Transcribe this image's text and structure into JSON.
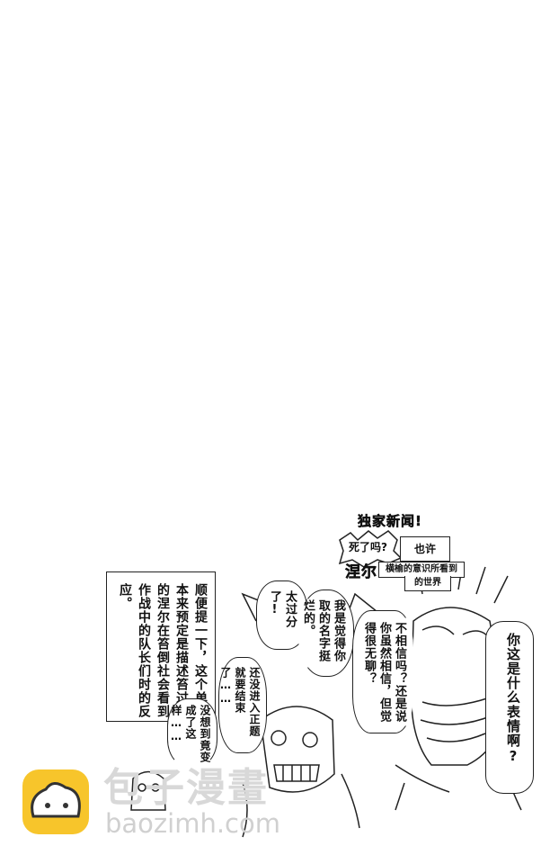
{
  "headline": {
    "title": "独家新闻!",
    "burst": "死了吗?",
    "maybe": "也许",
    "name": "涅尔",
    "caption_line1": "横榆的意识所看到",
    "caption_line2": "的世界"
  },
  "narration": "顺便提一下，这个单元本来预定是描述笞过去的涅尔在笞倒社会看到作战中的队长们时的反应。",
  "bubbles": {
    "too_much": "太过分了!",
    "name_bad": "我是觉得你取的名字挺烂的。",
    "dont_believe": "不相信吗？还是说你虽然相信，但觉得很无聊？",
    "what_face": "你这是什么表情啊?",
    "not_started": "还没进入正题就要结束了……",
    "didnt_expect": "没想到竟变成了这样……"
  },
  "watermark": {
    "brand": "包子漫畫",
    "url": "baozimh.com",
    "logo_color": "#f7c52b"
  }
}
